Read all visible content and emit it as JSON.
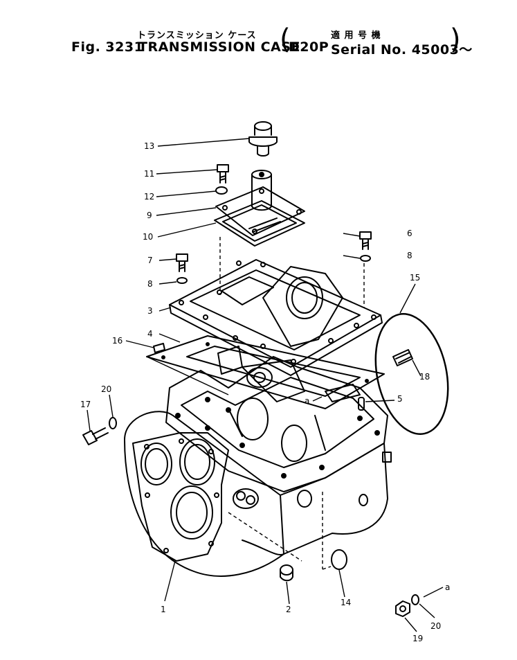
{
  "title": {
    "jp_title": "トランスミッション ケース",
    "jp_applicable": "適 用 号 機",
    "fig_label": "Fig. 3231",
    "name": "TRANSMISSION CASE",
    "model": "D20P",
    "serial": "Serial No. 45003～"
  },
  "callouts": [
    {
      "id": "13",
      "text": "13"
    },
    {
      "id": "11",
      "text": "11"
    },
    {
      "id": "12",
      "text": "12"
    },
    {
      "id": "9",
      "text": "9"
    },
    {
      "id": "10",
      "text": "10"
    },
    {
      "id": "6",
      "text": "6"
    },
    {
      "id": "8a",
      "text": "8"
    },
    {
      "id": "7",
      "text": "7"
    },
    {
      "id": "8b",
      "text": "8"
    },
    {
      "id": "15",
      "text": "15"
    },
    {
      "id": "3",
      "text": "3"
    },
    {
      "id": "4",
      "text": "4"
    },
    {
      "id": "16",
      "text": "16"
    },
    {
      "id": "18",
      "text": "18"
    },
    {
      "id": "a1",
      "text": "a"
    },
    {
      "id": "5",
      "text": "5"
    },
    {
      "id": "20a",
      "text": "20"
    },
    {
      "id": "17",
      "text": "17"
    },
    {
      "id": "1",
      "text": "1"
    },
    {
      "id": "2",
      "text": "2"
    },
    {
      "id": "14",
      "text": "14"
    },
    {
      "id": "a2",
      "text": "a"
    },
    {
      "id": "20b",
      "text": "20"
    },
    {
      "id": "19",
      "text": "19"
    }
  ]
}
